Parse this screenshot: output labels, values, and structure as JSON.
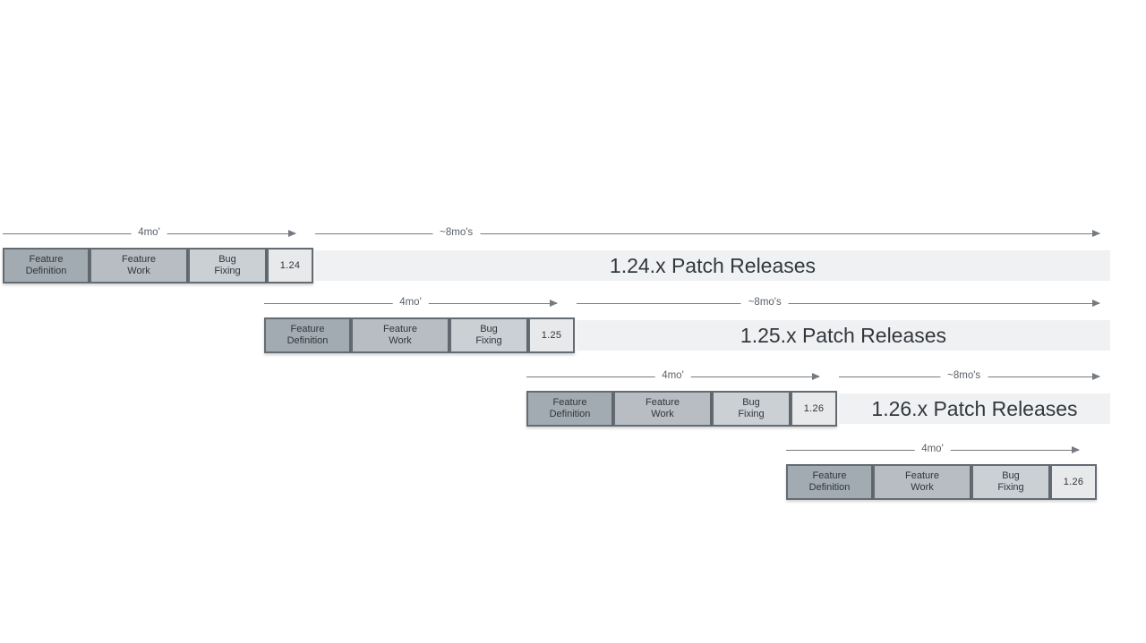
{
  "diagram": {
    "phase_labels": [
      [
        "Feature",
        "Definition"
      ],
      [
        "Feature",
        "Work"
      ],
      [
        "Bug",
        "Fixing"
      ]
    ],
    "cycle_arrow_label": "4mo'",
    "patch_arrow_label": "~8mo's",
    "rows": [
      {
        "version": "1.24",
        "patch_text": "1.24.x Patch Releases",
        "has_patch_bar": true
      },
      {
        "version": "1.25",
        "patch_text": "1.25.x Patch Releases",
        "has_patch_bar": true
      },
      {
        "version": "1.26",
        "patch_text": "1.26.x Patch Releases",
        "has_patch_bar": true
      },
      {
        "version": "1.26",
        "patch_text": "",
        "has_patch_bar": false
      }
    ],
    "colors": {
      "feature_definition": "#a3abb2",
      "feature_work": "#b7bdc3",
      "bug_fixing": "#cbd0d4",
      "version_box": "#e7e9eb",
      "patch_bar": "#f0f1f3",
      "box_border": "#646b72",
      "arrow": "#757b81",
      "label_text": "#5a6067",
      "box_text": "#2f353b",
      "patch_text": "#33383d"
    }
  }
}
